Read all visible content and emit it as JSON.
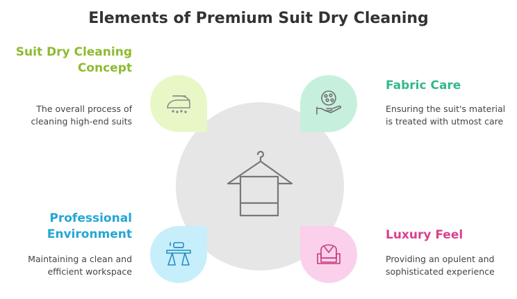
{
  "title": "Elements of Premium Suit Dry Cleaning",
  "center": {
    "icon": "hanger-towel-icon"
  },
  "items": [
    {
      "position": "top-left",
      "heading": "Suit Dry Cleaning Concept",
      "description": "The overall process of cleaning high-end suits",
      "icon": "iron-icon",
      "color": "#8dbb2f",
      "bg": "#e8f7c6"
    },
    {
      "position": "top-right",
      "heading": "Fabric Care",
      "description": "Ensuring the suit's material is treated with utmost care",
      "icon": "fabric-roll-hand-icon",
      "color": "#33b889",
      "bg": "#c6f0dd"
    },
    {
      "position": "bottom-left",
      "heading": "Professional Environment",
      "description": "Maintaining a clean and efficient workspace",
      "icon": "ironing-board-icon",
      "color": "#22a6d6",
      "bg": "#c7eefb"
    },
    {
      "position": "bottom-right",
      "heading": "Luxury Feel",
      "description": "Providing an opulent and sophisticated experience",
      "icon": "luxury-seat-icon",
      "color": "#d9418f",
      "bg": "#fbd0ea"
    }
  ]
}
